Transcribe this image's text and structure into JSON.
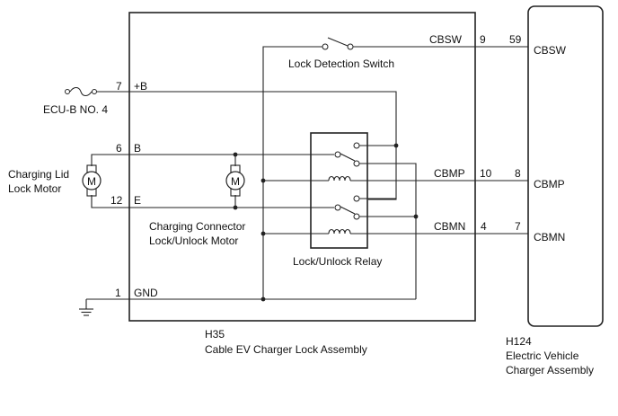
{
  "connector_h35": {
    "code": "H35",
    "name": "Cable EV Charger Lock Assembly"
  },
  "connector_h124": {
    "code": "H124",
    "name_line1": "Electric Vehicle",
    "name_line2": "Charger Assembly"
  },
  "fuse": {
    "label": "ECU-B NO. 4"
  },
  "charging_lid_motor": {
    "label_line1": "Charging Lid",
    "label_line2": "Lock Motor",
    "symbol": "M"
  },
  "charging_connector_motor": {
    "label_line1": "Charging Connector",
    "label_line2": "Lock/Unlock Motor",
    "symbol": "M"
  },
  "lock_detection_switch": {
    "label": "Lock Detection Switch"
  },
  "relay": {
    "label": "Lock/Unlock Relay"
  },
  "h35_pins": {
    "plus_b": {
      "number": "7",
      "name": "+B"
    },
    "b": {
      "number": "6",
      "name": "B"
    },
    "e": {
      "number": "12",
      "name": "E"
    },
    "gnd": {
      "number": "1",
      "name": "GND"
    },
    "cbsw": {
      "number": "9",
      "name": "CBSW"
    },
    "cbmp": {
      "number": "10",
      "name": "CBMP"
    },
    "cbmn": {
      "number": "4",
      "name": "CBMN"
    }
  },
  "h124_pins": {
    "cbsw": {
      "number": "59",
      "name": "CBSW"
    },
    "cbmp": {
      "number": "8",
      "name": "CBMP"
    },
    "cbmn": {
      "number": "7",
      "name": "CBMN"
    }
  }
}
